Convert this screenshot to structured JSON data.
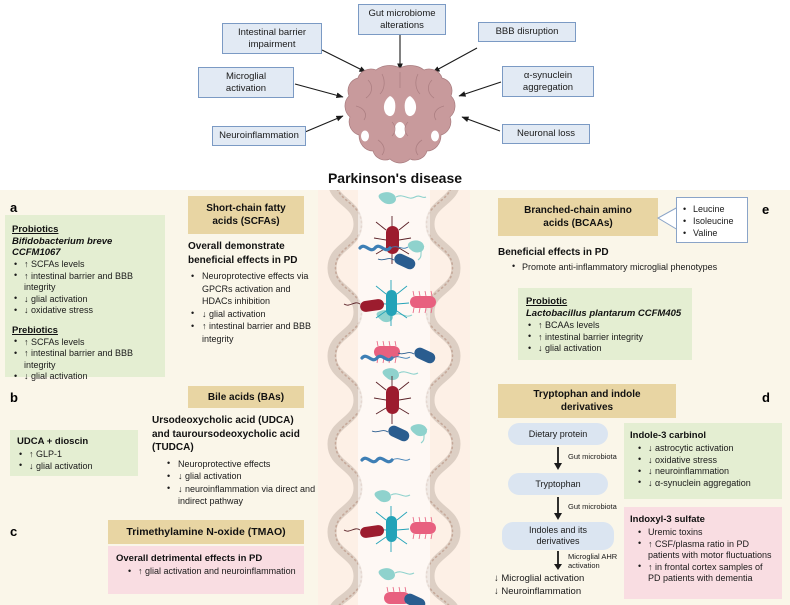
{
  "top": {
    "center_label": "Parkinson's disease",
    "brain_icon": "brain-coronal-section",
    "factors": [
      {
        "label": "Gut microbiome\nalterations"
      },
      {
        "label": "Intestinal barrier\nimpairment"
      },
      {
        "label": "BBB disruption"
      },
      {
        "label": "Microglial\nactivation"
      },
      {
        "label": "α-synuclein\naggregation"
      },
      {
        "label": "Neuroinflammation"
      },
      {
        "label": "Neuronal loss"
      }
    ]
  },
  "gut": {
    "icon": "intestinal-lumen-with-bacteria"
  },
  "panels": {
    "a": {
      "letter": "a",
      "header": "Short-chain fatty\nacids (SCFAs)",
      "green_box": {
        "probiotics_head": "Probiotics",
        "probiotics_species": "Bifidobacterium breve CCFM1067",
        "probiotics_items": [
          "↑ SCFAs levels",
          "↑ intestinal barrier and BBB integrity",
          "↓ glial activation",
          "↓ oxidative stress"
        ],
        "prebiotics_head": "Prebiotics",
        "prebiotics_items": [
          "↑ SCFAs levels",
          "↑ intestinal barrier and BBB integrity",
          "↓ glial activation"
        ]
      },
      "body": {
        "title": "Overall demonstrate\nbeneficial effects in PD",
        "items": [
          "Neuroprotective effects via GPCRs activation and HDACs inhibition",
          "↓ glial activation",
          "↑ intestinal barrier and BBB integrity"
        ]
      }
    },
    "b": {
      "letter": "b",
      "header": "Bile acids (BAs)",
      "green_box": {
        "title": "UDCA + dioscin",
        "items": [
          "↑ GLP-1",
          "↓ glial activation"
        ]
      },
      "body": {
        "title": "Ursodeoxycholic acid (UDCA)\nand tauroursodeoxycholic acid\n(TUDCA)",
        "items": [
          "Neuroprotective effects",
          "↓ glial activation",
          "↓ neuroinflammation via direct and indirect pathway"
        ]
      }
    },
    "c": {
      "letter": "c",
      "header": "Trimethylamine N-oxide (TMAO)",
      "pink_box": {
        "title": "Overall detrimental effects in PD",
        "items": [
          "↑ glial activation and neuroinflammation"
        ]
      }
    },
    "d": {
      "letter": "d",
      "header": "Tryptophan and indole\nderivatives",
      "flow": {
        "nodes": [
          "Dietary protein",
          "Tryptophan",
          "Indoles and its\nderivatives"
        ],
        "arrow_labels": [
          "Gut microbiota",
          "Gut microbiota",
          "Microglial AHR\nactivation"
        ],
        "outcomes": [
          "↓ Microglial activation",
          "↓ Neuroinflammation"
        ]
      },
      "green_box": {
        "title": "Indole-3 carbinol",
        "items": [
          "↓ astrocytic activation",
          "↓ oxidative stress",
          "↓ neuroinflammation",
          "↓ α-synuclein aggregation"
        ]
      },
      "pink_box": {
        "title": "Indoxyl-3 sulfate",
        "items": [
          "Uremic toxins",
          "↑ CSF/plasma ratio in PD patients with motor fluctuations",
          "↑ in frontal cortex samples of PD patients with dementia"
        ]
      }
    },
    "e": {
      "letter": "e",
      "header": "Branched-chain amino\nacids (BCAAs)",
      "callout_items": [
        "Leucine",
        "Isoleucine",
        "Valine"
      ],
      "body": {
        "title": "Beneficial effects in PD",
        "items": [
          "Promote anti-inflammatory microglial phenotypes"
        ]
      },
      "green_box": {
        "head": "Probiotic",
        "species": "Lactobacillus plantarum CCFM405",
        "items": [
          "↑ BCAAs levels",
          "↑ intestinal barrier integrity",
          "↓ glial activation"
        ]
      }
    }
  },
  "colors": {
    "header_tan": "#e8d5a3",
    "green": "#e4eed2",
    "pink": "#f9dde2",
    "panel_cream": "#faf6e9",
    "gut_bg": "#fdf0e6",
    "factor_blue": "#e2eaf4",
    "pill_blue": "#dbe5f1",
    "brain": "#c49a9a"
  }
}
